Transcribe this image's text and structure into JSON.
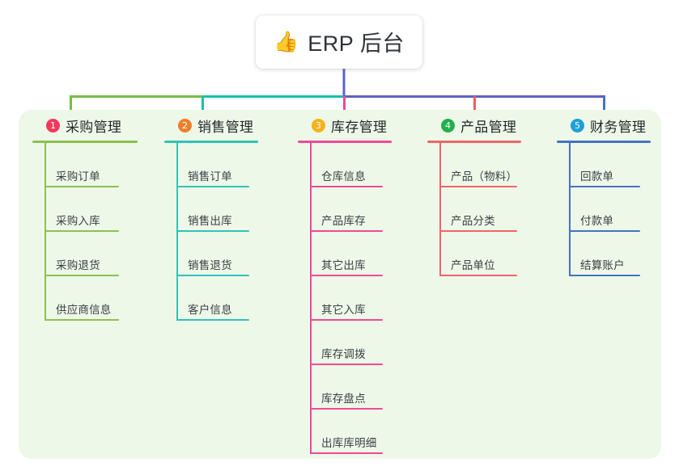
{
  "title": {
    "emoji": "👍",
    "emoji_name": "thumbs-up-icon",
    "text": "ERP 后台"
  },
  "colors": {
    "panel_bg": "#eef8e9",
    "root_stem": "#5b63c4",
    "branch_green": "#76bf43",
    "branch_teal": "#18bfa8",
    "branch_indigo": "#5b63c4",
    "drop_purchase": "#76bf43",
    "drop_sales": "#18bfa8",
    "drop_inventory": "#ef4a94",
    "drop_product": "#ee5e5e",
    "drop_finance": "#4472c4"
  },
  "columns": [
    {
      "index": "1",
      "badge_color": "#ef3b5b",
      "accent": "#8cc152",
      "title": "采购管理",
      "items": [
        "采购订单",
        "采购入库",
        "采购退货",
        "供应商信息"
      ]
    },
    {
      "index": "2",
      "badge_color": "#f07f2c",
      "accent": "#2ec4b6",
      "title": "销售管理",
      "items": [
        "销售订单",
        "销售出库",
        "销售退货",
        "客户信息"
      ]
    },
    {
      "index": "3",
      "badge_color": "#f5b31b",
      "accent": "#ef4a94",
      "title": "库存管理",
      "items": [
        "仓库信息",
        "产品库存",
        "其它出库",
        "其它入库",
        "库存调拨",
        "库存盘点",
        "出库库明细"
      ]
    },
    {
      "index": "4",
      "badge_color": "#22b14c",
      "accent": "#ee6666",
      "title": "产品管理",
      "items": [
        "产品（物料）",
        "产品分类",
        "产品单位"
      ]
    },
    {
      "index": "5",
      "badge_color": "#1f9fd8",
      "accent": "#4472c4",
      "title": "财务管理",
      "items": [
        "回款单",
        "付款单",
        "结算账户"
      ]
    }
  ]
}
